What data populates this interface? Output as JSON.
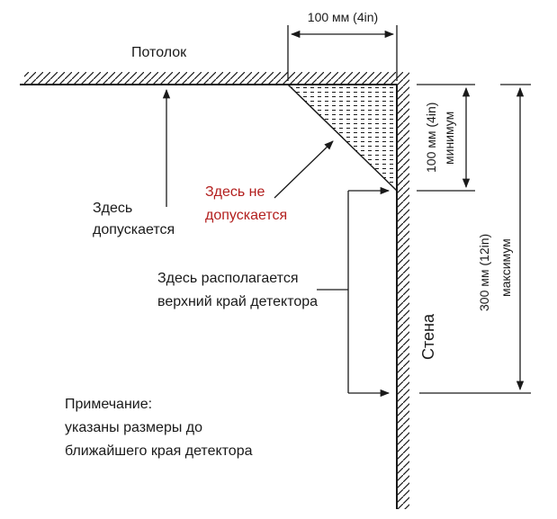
{
  "labels": {
    "ceiling": "Потолок",
    "wall": "Стена",
    "allowed_line1": "Здесь",
    "allowed_line2": "допускается",
    "not_allowed_line1": "Здесь не",
    "not_allowed_line2": "допускается",
    "detector_line1": "Здесь располагается",
    "detector_line2": "верхний край детектора",
    "note_line1": "Примечание:",
    "note_line2": "указаны размеры до",
    "note_line3": "ближайшего края детектора"
  },
  "dimensions": {
    "ceiling_offset": "100 мм (4in)",
    "min_line1": "100 мм (4in)",
    "min_line2": "минимум",
    "max_line1": "300 мм (12in)",
    "max_line2": "максимум"
  },
  "colors": {
    "line": "#1a1a1a",
    "forbidden_text": "#b3201f"
  }
}
